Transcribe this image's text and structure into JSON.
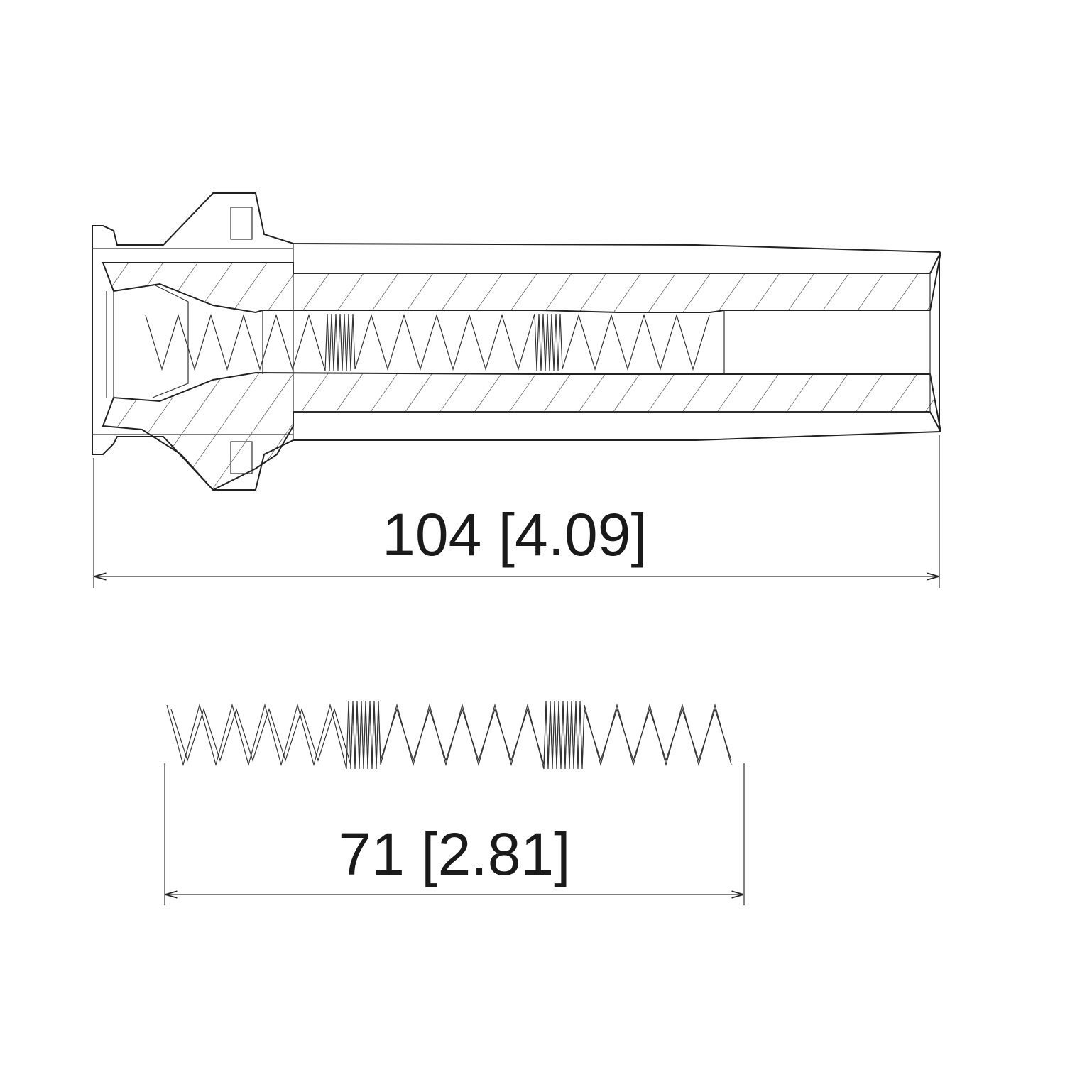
{
  "drawing": {
    "assembly_dimension": {
      "label": "104 [4.09]",
      "value_mm": 104,
      "value_in": 4.09
    },
    "spring_dimension": {
      "label": "71 [2.81]",
      "value_mm": 71,
      "value_in": 2.81
    },
    "line_color": "#222222"
  }
}
